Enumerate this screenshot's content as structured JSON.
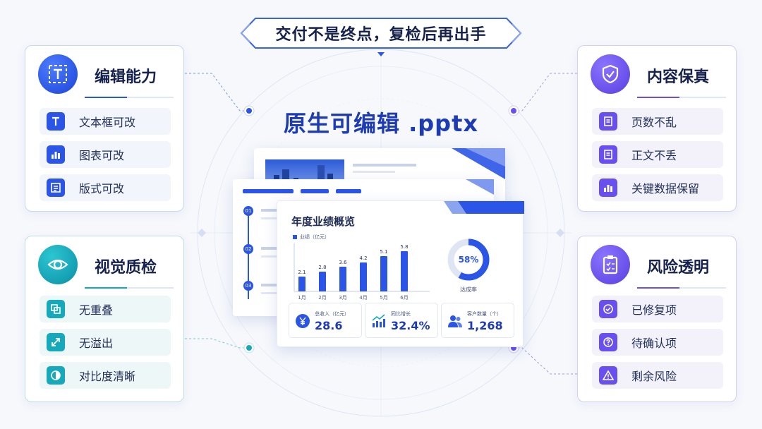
{
  "banner": {
    "title": "交付不是终点，复检后再出手"
  },
  "main_title": "原生可编辑 .pptx",
  "colors": {
    "blue": "#2a55e6",
    "teal": "#16a8bb",
    "purple": "#6a4ff0",
    "title": "#1d3bb5"
  },
  "panels": {
    "edit": {
      "title": "编辑能力",
      "icon": "text-frame-icon",
      "items": [
        {
          "label": "文本框可改",
          "icon": "text-icon"
        },
        {
          "label": "图表可改",
          "icon": "bar-chart-icon"
        },
        {
          "label": "版式可改",
          "icon": "layout-icon"
        }
      ]
    },
    "content": {
      "title": "内容保真",
      "icon": "shield-check-icon",
      "items": [
        {
          "label": "页数不乱",
          "icon": "document-icon"
        },
        {
          "label": "正文不丢",
          "icon": "document-icon"
        },
        {
          "label": "关键数据保留",
          "icon": "bar-chart-icon"
        }
      ]
    },
    "visual": {
      "title": "视觉质检",
      "icon": "eye-icon",
      "items": [
        {
          "label": "无重叠",
          "icon": "overlap-icon"
        },
        {
          "label": "无溢出",
          "icon": "expand-arrows-icon"
        },
        {
          "label": "对比度清晰",
          "icon": "contrast-icon"
        }
      ]
    },
    "risk": {
      "title": "风险透明",
      "icon": "clipboard-check-icon",
      "items": [
        {
          "label": "已修复项",
          "icon": "check-circle-icon"
        },
        {
          "label": "待确认项",
          "icon": "question-circle-icon"
        },
        {
          "label": "剩余风险",
          "icon": "warning-icon"
        }
      ]
    }
  },
  "slide": {
    "title": "年度业绩概览",
    "legend": "业绩（亿元）",
    "toc_numbers": [
      "01",
      "02",
      "03"
    ],
    "donut": {
      "value": "58%",
      "label": "达成率",
      "fraction": 0.58
    },
    "kpis": [
      {
        "label": "总收入（亿元）",
        "value": "28.6",
        "icon": "yen-icon"
      },
      {
        "label": "同比增长",
        "value": "32.4%",
        "icon": "trend-up-icon"
      },
      {
        "label": "客户数量（个）",
        "value": "1,268",
        "icon": "users-icon"
      }
    ]
  },
  "chart_data": {
    "type": "bar",
    "categories": [
      "1月",
      "2月",
      "3月",
      "4月",
      "5月",
      "6月"
    ],
    "series": [
      {
        "name": "业绩（亿元）",
        "values": [
          2.1,
          2.8,
          3.6,
          4.2,
          5.1,
          5.8
        ]
      }
    ],
    "ylim": [
      0,
      6.5
    ]
  }
}
